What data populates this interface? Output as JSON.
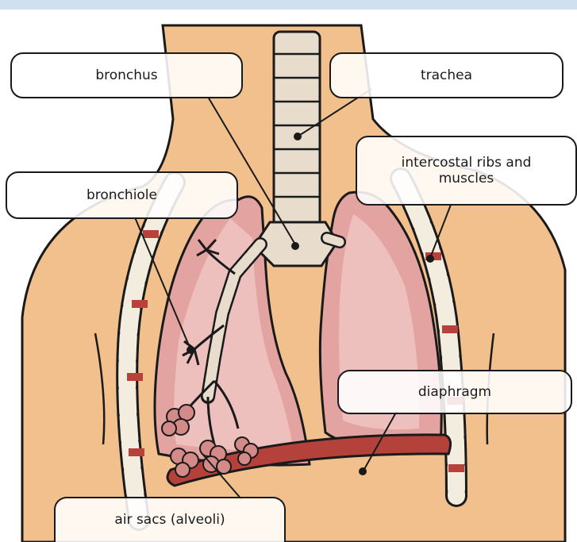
{
  "labels": {
    "bronchus": "bronchus",
    "trachea": "trachea",
    "intercostal": "intercostal ribs and muscles",
    "bronchiole": "bronchiole",
    "diaphragm": "diaphragm",
    "air_sacs": "air sacs (alveoli)"
  },
  "colors": {
    "skin": "#f1c08d",
    "lung": "#e3a3a0",
    "lung_inner": "#eec0bd",
    "rib_bone": "#f3ede0",
    "rib_muscle": "#b8413c",
    "diaphragm": "#b5413b",
    "trachea": "#e8dccd",
    "outline": "#1a1a1a"
  }
}
